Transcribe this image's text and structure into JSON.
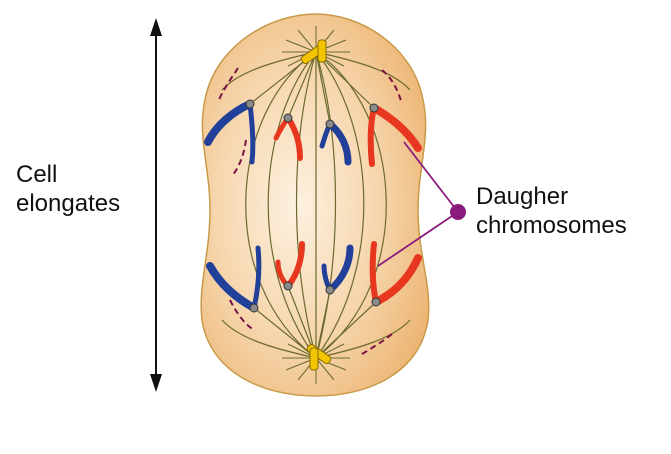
{
  "labels": {
    "cell_elongates": [
      "Cell",
      "elongates"
    ],
    "daughter_chromosomes": [
      "Daugher",
      "chromosomes"
    ]
  },
  "colors": {
    "cell_fill_light": "#fbe7cf",
    "cell_fill_dark": "#eeb977",
    "cell_outline": "#c89a48",
    "spindle_fiber": "#6b6a2e",
    "centriole": "#f2c500",
    "chromosome_blue": "#21409a",
    "chromosome_red": "#e8371f",
    "centromere": "#8a8a8a",
    "pointer": "#8b1a7e",
    "arrow": "#111111"
  }
}
